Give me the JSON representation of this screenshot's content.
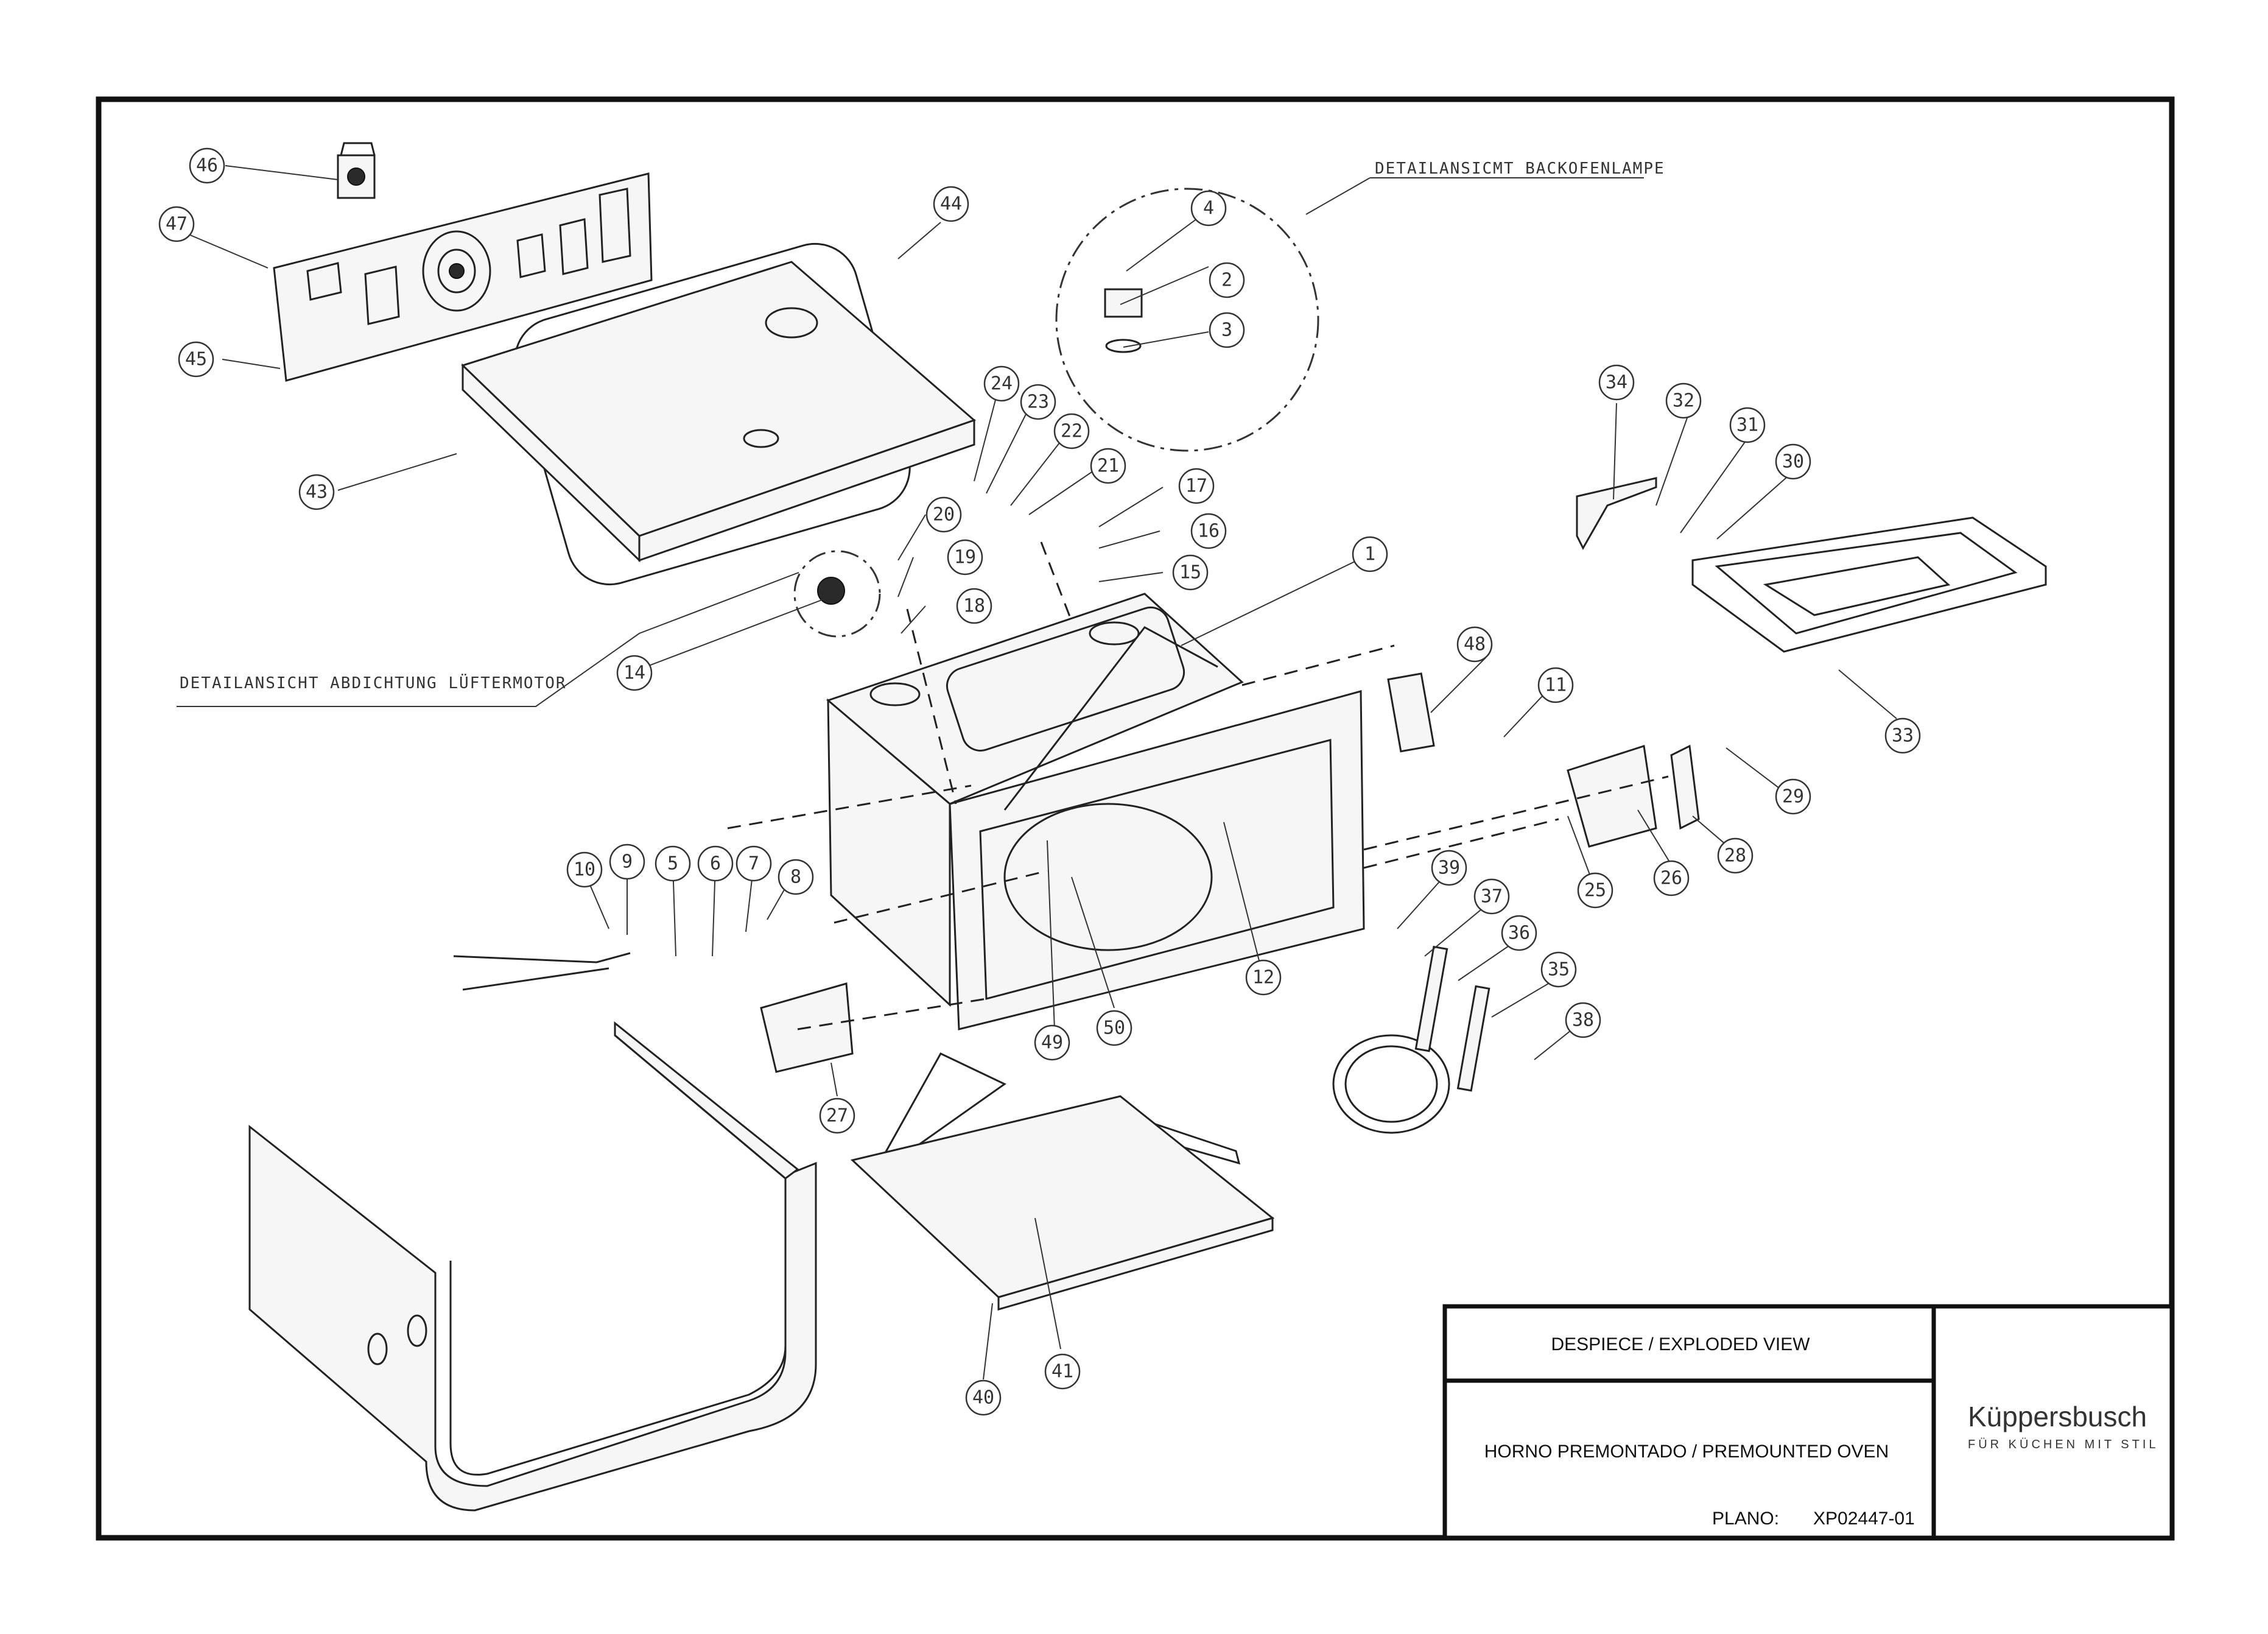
{
  "detail_labels": {
    "lamp": "DETAILANSICMT BACKOFENLAMPE",
    "fan_seal": "DETAILANSICHT ABDICHTUNG LÜFTERMOTOR"
  },
  "title_block": {
    "view_title": "DESPIECE / EXPLODED VIEW",
    "description": "HORNO PREMONTADO / PREMOUNTED OVEN",
    "plano_label": "PLANO:",
    "plano_number": "XP02447-01",
    "brand_name": "Küppersbusch",
    "brand_slogan": "FÜR KÜCHEN MIT STIL"
  },
  "callouts": [
    "1",
    "2",
    "3",
    "4",
    "5",
    "6",
    "7",
    "8",
    "9",
    "10",
    "11",
    "12",
    "14",
    "15",
    "16",
    "17",
    "18",
    "19",
    "20",
    "21",
    "22",
    "23",
    "24",
    "25",
    "26",
    "27",
    "28",
    "29",
    "30",
    "31",
    "32",
    "33",
    "34",
    "35",
    "36",
    "37",
    "38",
    "39",
    "40",
    "41",
    "43",
    "44",
    "45",
    "46",
    "47",
    "48",
    "49",
    "50"
  ]
}
